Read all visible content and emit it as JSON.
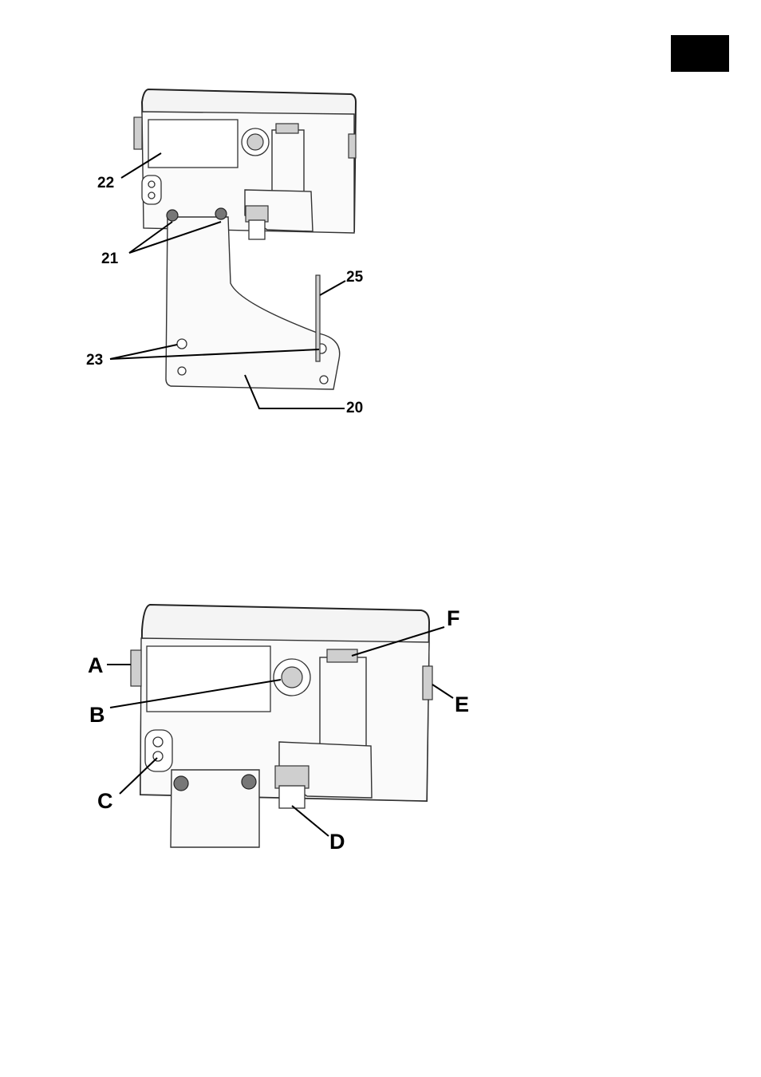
{
  "figure_top": {
    "callouts": [
      "22",
      "21",
      "25",
      "23",
      "20"
    ]
  },
  "figure_bottom": {
    "callouts": [
      "A",
      "B",
      "C",
      "D",
      "E",
      "F"
    ]
  }
}
